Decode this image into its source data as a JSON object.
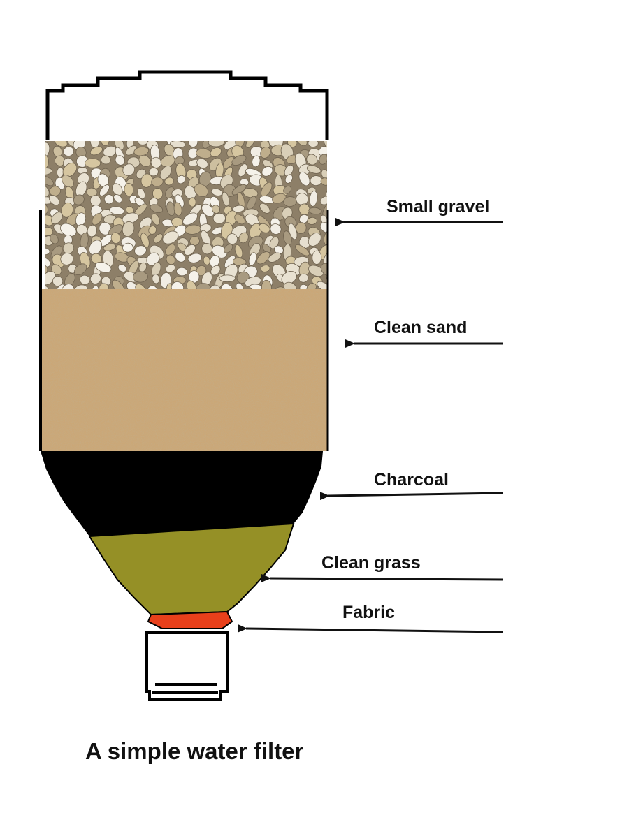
{
  "diagram": {
    "caption": "A simple water filter",
    "layers": [
      {
        "id": "small-gravel",
        "label": "Small gravel",
        "color": "#c9bda6"
      },
      {
        "id": "clean-sand",
        "label": "Clean sand",
        "color": "#cba777"
      },
      {
        "id": "charcoal",
        "label": "Charcoal",
        "color": "#000000"
      },
      {
        "id": "clean-grass",
        "label": "Clean grass",
        "color": "#959026"
      },
      {
        "id": "fabric",
        "label": "Fabric",
        "color": "#e8401b"
      }
    ],
    "outline_color": "#000000",
    "arrow_color": "#111111"
  }
}
